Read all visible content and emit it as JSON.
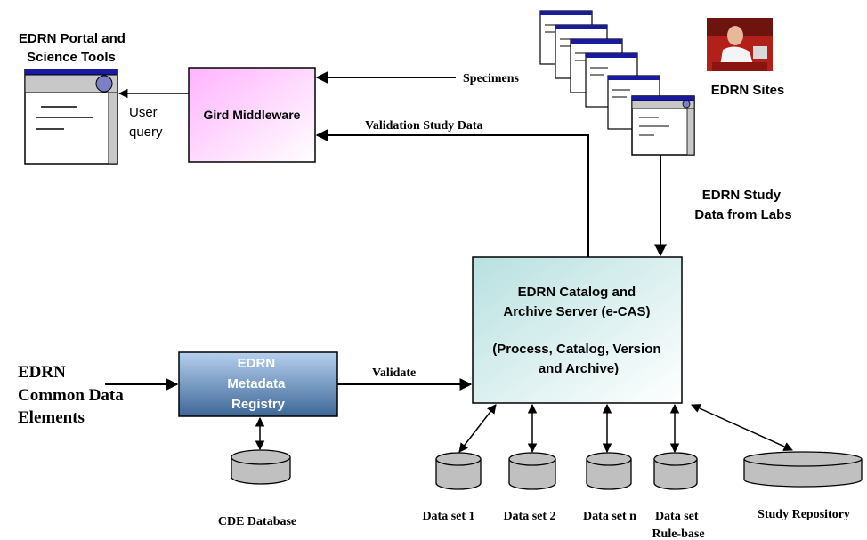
{
  "portal": {
    "line1": "EDRN Portal and",
    "line2": "Science Tools"
  },
  "query_label": {
    "line1": "User",
    "line2": "query"
  },
  "middleware": {
    "label": "Gird Middleware"
  },
  "specimens_label": "Specimens",
  "validation_study_label": "Validation Study Data",
  "sites_label": "EDRN Sites",
  "study_data_label": {
    "line1": "EDRN Study",
    "line2": "Data from Labs"
  },
  "ecas": {
    "line1": "EDRN Catalog and",
    "line2": "Archive Server (e-CAS)",
    "line3": "(Process, Catalog, Version",
    "line4": "and Archive)"
  },
  "common_data": {
    "line1": "EDRN",
    "line2": "Common Data",
    "line3": "Elements"
  },
  "registry": {
    "line1": "EDRN",
    "line2": "Metadata",
    "line3": "Registry"
  },
  "validate_label": "Validate",
  "cde_db_label": "CDE Database",
  "datasets": [
    {
      "line1": "Data set 1",
      "line2": ""
    },
    {
      "line1": "Data set 2",
      "line2": ""
    },
    {
      "line1": "Data set n",
      "line2": ""
    },
    {
      "line1": "Data set",
      "line2": "Rule-base"
    },
    {
      "line1": "Study Repository",
      "line2": ""
    }
  ],
  "colors": {
    "line": "#000000",
    "window_title": "#1a1aa0",
    "window_bar": "#c8c8c8",
    "cylinder": "#c0c0c0",
    "middleware_gradient": [
      "#ffb3ff",
      "#ffffff"
    ],
    "registry_gradient": [
      "#a9c6e8",
      "#3f6a99"
    ],
    "ecas_gradient": [
      "#b8e0e0",
      "#ffffff"
    ]
  },
  "icons": [
    "browser-window-icon",
    "document-stack-icon",
    "lab-photo-icon",
    "database-cylinder-icon"
  ]
}
